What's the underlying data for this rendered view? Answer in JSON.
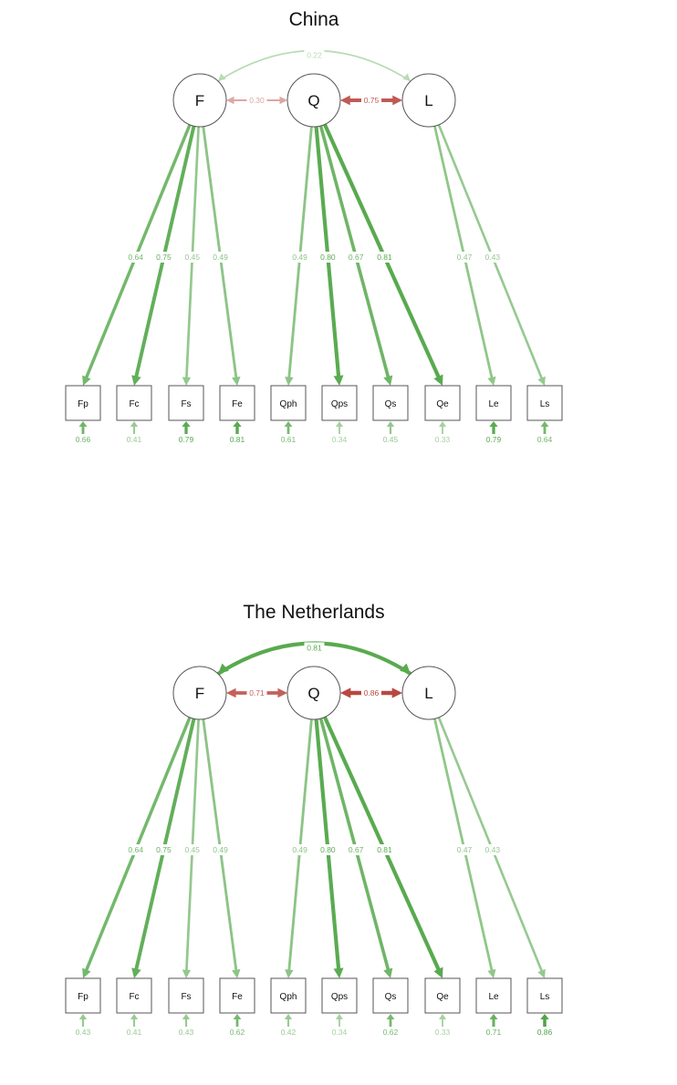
{
  "colors": {
    "positive": "#3a9a2f",
    "negative": "#b03028",
    "node_stroke": "#555555"
  },
  "latents": [
    {
      "id": "F",
      "label": "F"
    },
    {
      "id": "Q",
      "label": "Q"
    },
    {
      "id": "L",
      "label": "L"
    }
  ],
  "indicators": [
    {
      "id": "Fp",
      "label": "Fp",
      "factor": "F"
    },
    {
      "id": "Fc",
      "label": "Fc",
      "factor": "F"
    },
    {
      "id": "Fs",
      "label": "Fs",
      "factor": "F"
    },
    {
      "id": "Fe",
      "label": "Fe",
      "factor": "F"
    },
    {
      "id": "Qph",
      "label": "Qph",
      "factor": "Q"
    },
    {
      "id": "Qps",
      "label": "Qps",
      "factor": "Q"
    },
    {
      "id": "Qs",
      "label": "Qs",
      "factor": "Q"
    },
    {
      "id": "Qe",
      "label": "Qe",
      "factor": "Q"
    },
    {
      "id": "Le",
      "label": "Le",
      "factor": "L"
    },
    {
      "id": "Ls",
      "label": "Ls",
      "factor": "L"
    }
  ],
  "panels": [
    {
      "title": "China",
      "correlations": [
        {
          "from": "F",
          "to": "Q",
          "label": "0.30",
          "value": -0.3
        },
        {
          "from": "Q",
          "to": "L",
          "label": "0.75",
          "value": -0.75
        },
        {
          "from": "F",
          "to": "L",
          "label": "0.22",
          "value": 0.22
        }
      ],
      "loadings": [
        {
          "label": "0.64",
          "value": 0.64
        },
        {
          "label": "0.75",
          "value": 0.75
        },
        {
          "label": "0.45",
          "value": 0.45
        },
        {
          "label": "0.49",
          "value": 0.49
        },
        {
          "label": "0.49",
          "value": 0.49
        },
        {
          "label": "0.80",
          "value": 0.8
        },
        {
          "label": "0.67",
          "value": 0.67
        },
        {
          "label": "0.81",
          "value": 0.81
        },
        {
          "label": "0.47",
          "value": 0.47
        },
        {
          "label": "0.43",
          "value": 0.43
        }
      ],
      "residuals": [
        {
          "label": "0.66",
          "value": 0.66
        },
        {
          "label": "0.41",
          "value": 0.41
        },
        {
          "label": "0.79",
          "value": 0.79
        },
        {
          "label": "0.81",
          "value": 0.81
        },
        {
          "label": "0.61",
          "value": 0.61
        },
        {
          "label": "0.34",
          "value": 0.34
        },
        {
          "label": "0.45",
          "value": 0.45
        },
        {
          "label": "0.33",
          "value": 0.33
        },
        {
          "label": "0.79",
          "value": 0.79
        },
        {
          "label": "0.64",
          "value": 0.64
        }
      ]
    },
    {
      "title": "The Netherlands",
      "correlations": [
        {
          "from": "F",
          "to": "Q",
          "label": "0.71",
          "value": -0.71
        },
        {
          "from": "Q",
          "to": "L",
          "label": "0.86",
          "value": -0.86
        },
        {
          "from": "F",
          "to": "L",
          "label": "0.81",
          "value": 0.81
        }
      ],
      "loadings": [
        {
          "label": "0.64",
          "value": 0.64
        },
        {
          "label": "0.75",
          "value": 0.75
        },
        {
          "label": "0.45",
          "value": 0.45
        },
        {
          "label": "0.49",
          "value": 0.49
        },
        {
          "label": "0.49",
          "value": 0.49
        },
        {
          "label": "0.80",
          "value": 0.8
        },
        {
          "label": "0.67",
          "value": 0.67
        },
        {
          "label": "0.81",
          "value": 0.81
        },
        {
          "label": "0.47",
          "value": 0.47
        },
        {
          "label": "0.43",
          "value": 0.43
        }
      ],
      "residuals": [
        {
          "label": "0.43",
          "value": 0.43
        },
        {
          "label": "0.41",
          "value": 0.41
        },
        {
          "label": "0.43",
          "value": 0.43
        },
        {
          "label": "0.62",
          "value": 0.62
        },
        {
          "label": "0.42",
          "value": 0.42
        },
        {
          "label": "0.34",
          "value": 0.34
        },
        {
          "label": "0.62",
          "value": 0.62
        },
        {
          "label": "0.33",
          "value": 0.33
        },
        {
          "label": "0.71",
          "value": 0.71
        },
        {
          "label": "0.86",
          "value": 0.86
        }
      ]
    }
  ]
}
